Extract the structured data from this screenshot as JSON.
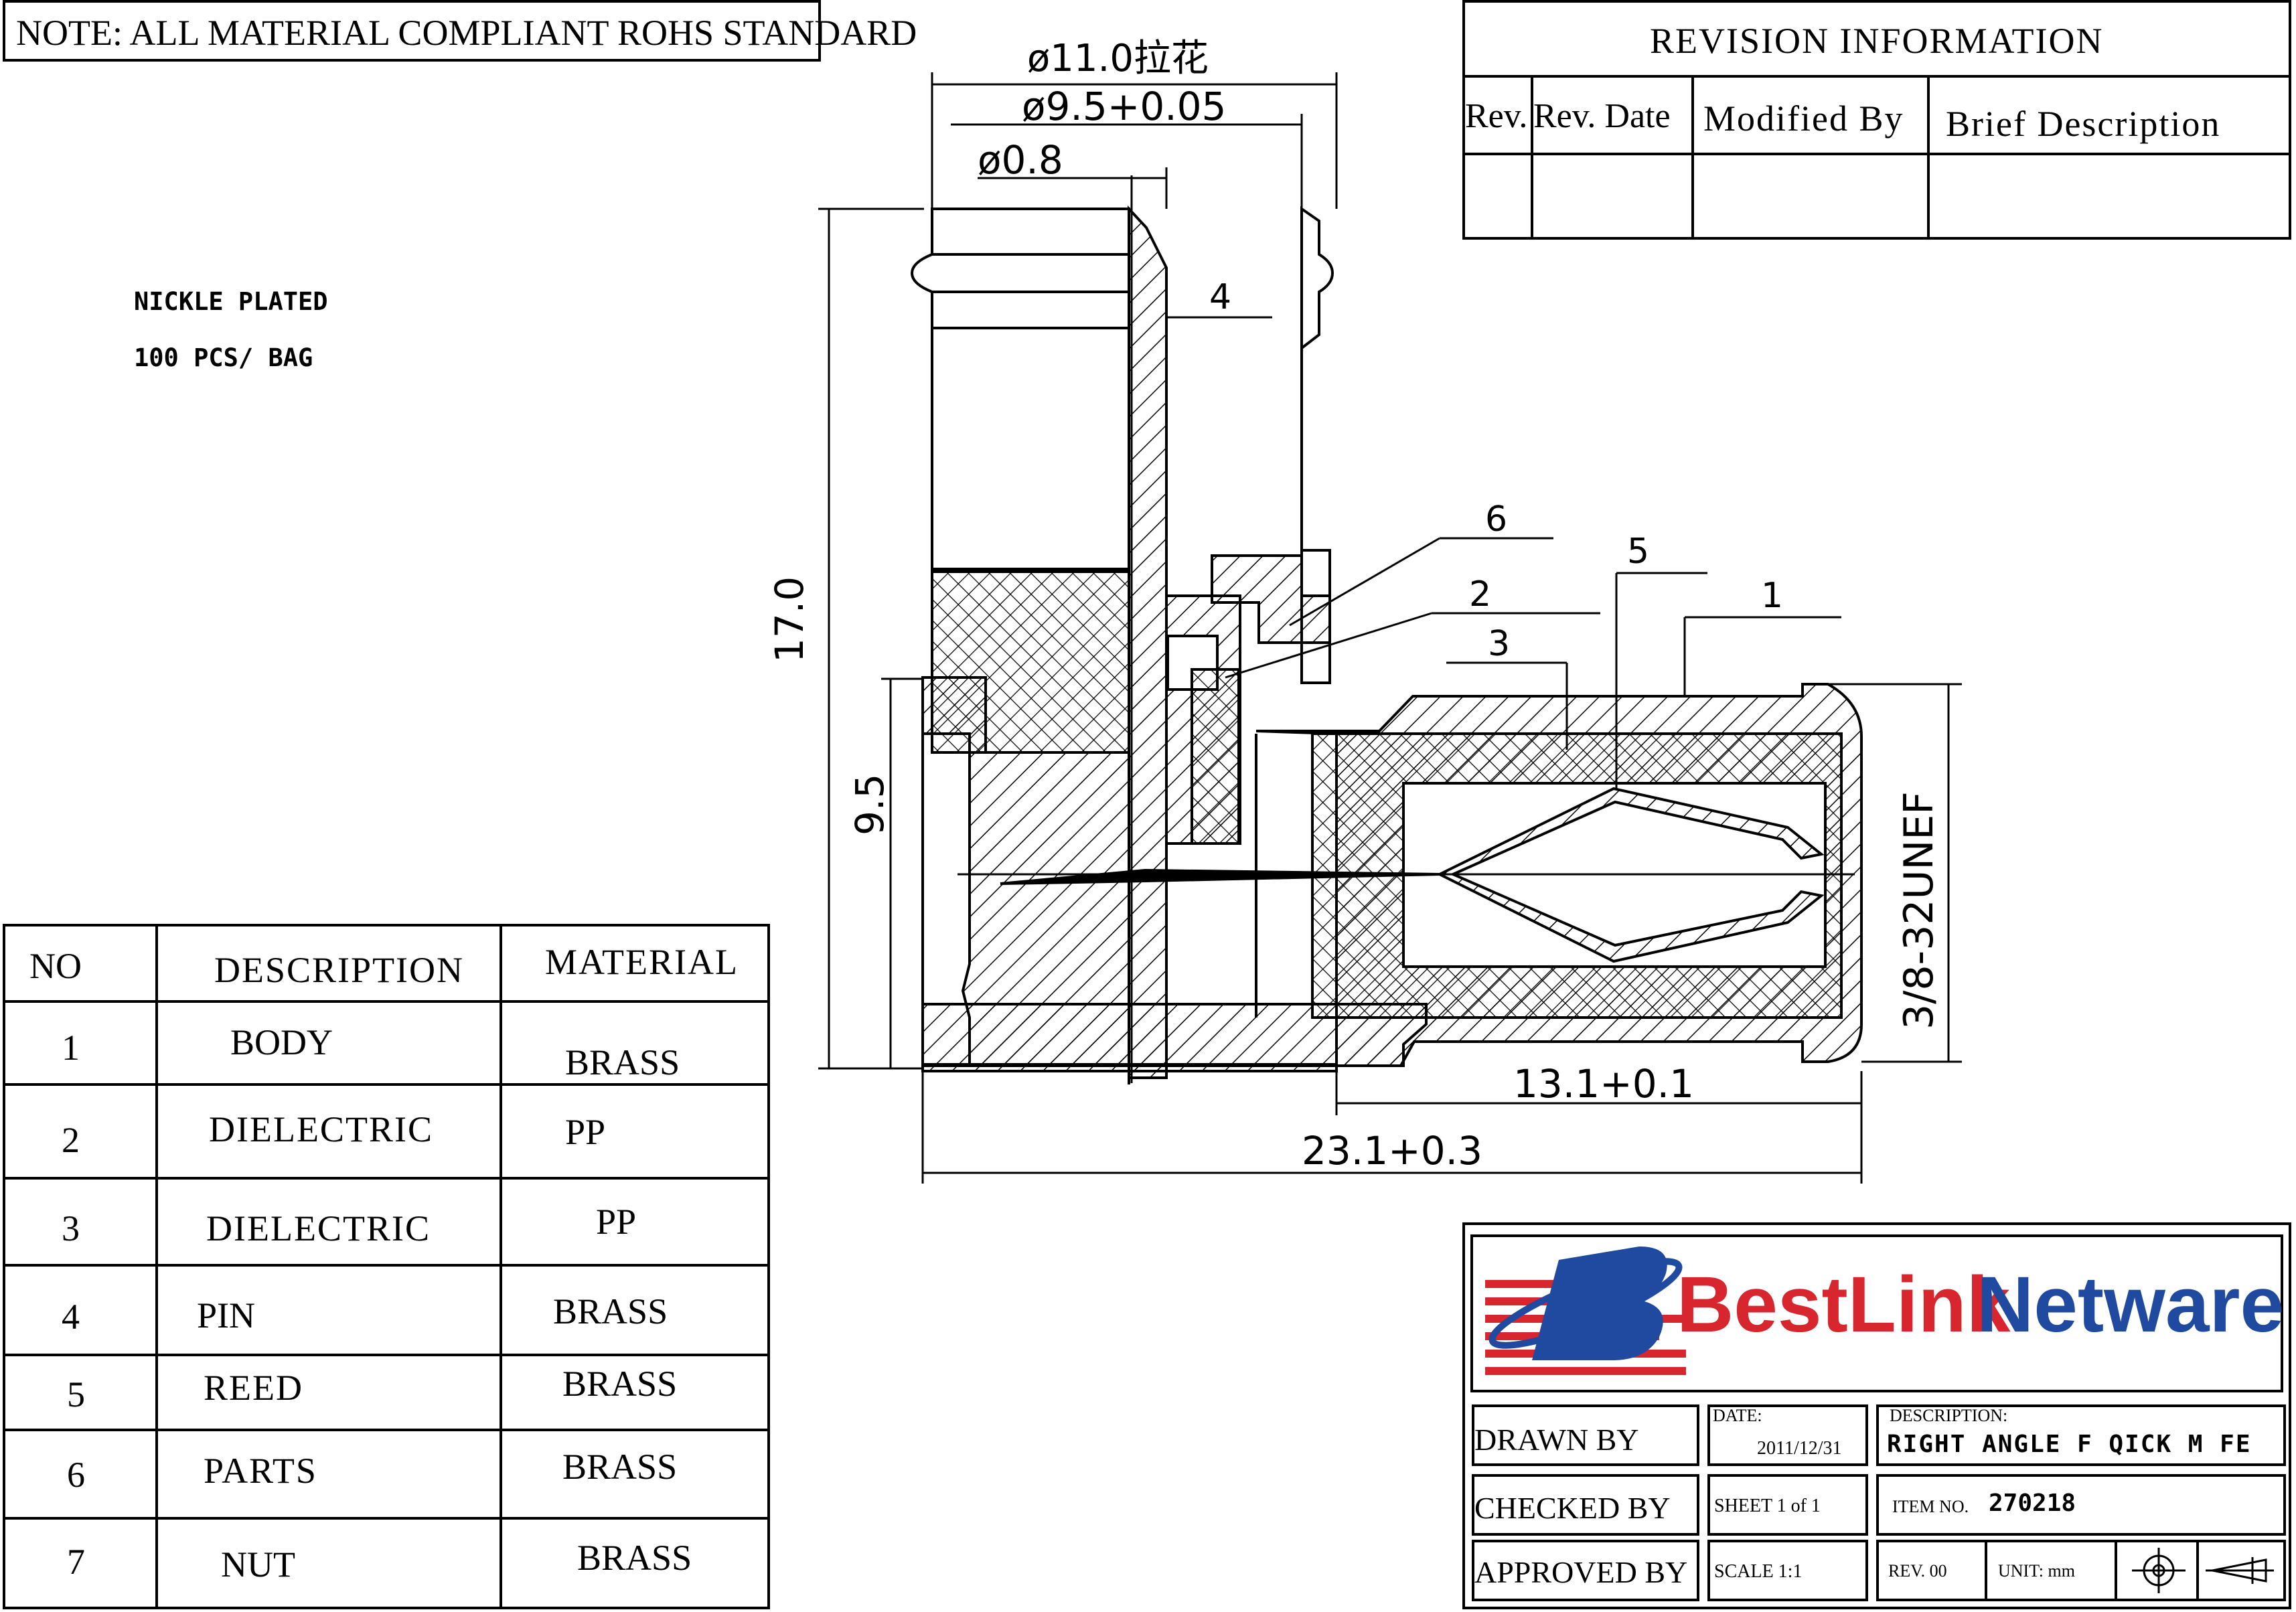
{
  "note": "NOTE: ALL MATERIAL COMPLIANT ROHS STANDARD",
  "spec_lines": [
    "NICKLE PLATED",
    "100 PCS/ BAG"
  ],
  "revision": {
    "title": "REVISION INFORMATION",
    "headers": [
      "Rev.",
      "Rev. Date",
      "Modified By",
      "Brief Description"
    ]
  },
  "bom": {
    "headers": [
      "NO",
      "DESCRIPTION",
      "MATERIAL"
    ],
    "rows": [
      {
        "no": "1",
        "description": "BODY",
        "material": "BRASS"
      },
      {
        "no": "2",
        "description": "DIELECTRIC",
        "material": "PP"
      },
      {
        "no": "3",
        "description": "DIELECTRIC",
        "material": "PP"
      },
      {
        "no": "4",
        "description": "PIN",
        "material": "BRASS"
      },
      {
        "no": "5",
        "description": "REED",
        "material": "BRASS"
      },
      {
        "no": "6",
        "description": "PARTS",
        "material": "BRASS"
      },
      {
        "no": "7",
        "description": "NUT",
        "material": "BRASS"
      }
    ]
  },
  "dimensions": {
    "top_outer": "ø11.0拉花",
    "top_inner": "ø9.5+0.05",
    "pin_dia": "ø0.8",
    "height_total": "17.0",
    "height_body": "9.5",
    "thread": "3/8-32UNEF",
    "length_front": "13.1+0.1",
    "length_total": "23.1+0.3"
  },
  "callouts": [
    "1",
    "2",
    "3",
    "4",
    "5",
    "6"
  ],
  "title_block": {
    "company": {
      "part1": "BestLink",
      "part2": "Netware"
    },
    "drawn_by": "DRAWN BY",
    "checked_by": "CHECKED BY",
    "approved_by": "APPROVED BY",
    "date_label": "DATE:",
    "date_value": "2011/12/31",
    "sheet": "SHEET 1 of 1",
    "scale": "SCALE  1:1",
    "description_label": "DESCRIPTION:",
    "description_value": "RIGHT ANGLE F QICK M FE",
    "item_label": "ITEM NO.",
    "item_value": "270218",
    "rev": "REV. 00",
    "unit": "UNIT: mm"
  },
  "colors": {
    "line": "#000000",
    "brand_red": "#d7262d",
    "brand_blue": "#1f4aa0"
  }
}
